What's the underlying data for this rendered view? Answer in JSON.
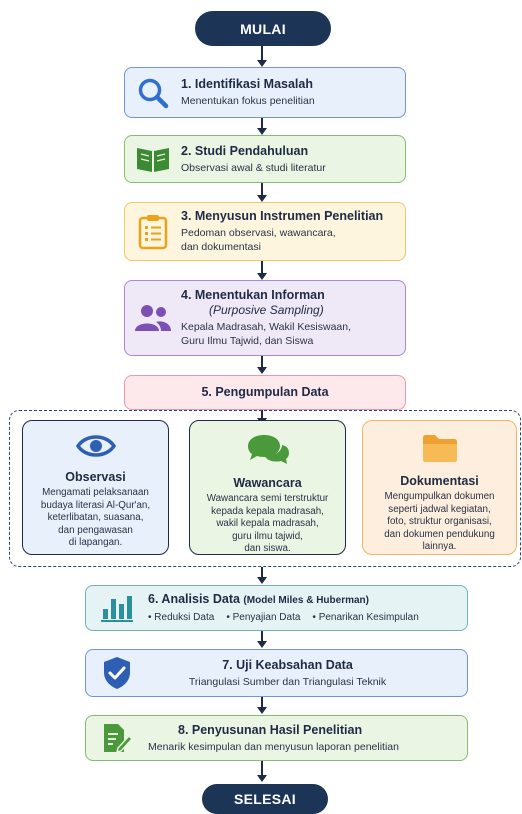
{
  "start": "MULAI",
  "end": "SELESAI",
  "steps": {
    "s1": {
      "title": "1. Identifikasi Masalah",
      "desc": "Menentukan fokus penelitian",
      "icon": "search-icon",
      "color": "#2f6fce"
    },
    "s2": {
      "title": "2. Studi Pendahuluan",
      "desc": "Observasi awal & studi literatur",
      "icon": "book-icon",
      "color": "#3c8a34"
    },
    "s3": {
      "title": "3. Menyusun Instrumen Penelitian",
      "desc": [
        "Pedoman observasi, wawancara,",
        "dan dokumentasi"
      ],
      "icon": "clipboard-list-icon",
      "color": "#e8a21c"
    },
    "s4": {
      "title": "4. Menentukan Informan",
      "subtitle": "(Purposive Sampling)",
      "desc": [
        "Kepala Madrasah, Wakil Kesiswaan,",
        "Guru Ilmu Tajwid, dan Siswa"
      ],
      "icon": "users-icon",
      "color": "#7b4fb3"
    },
    "s5": {
      "title": "5. Pengumpulan Data"
    },
    "s6": {
      "title": "6. Analisis Data",
      "subtitle": "(Model Miles & Huberman)",
      "bullets": [
        "• Reduksi Data",
        "• Penyajian Data",
        "• Penarikan Kesimpulan"
      ],
      "icon": "bar-chart-icon",
      "color": "#2b8f9c"
    },
    "s7": {
      "title": "7. Uji Keabsahan Data",
      "desc": "Triangulasi Sumber dan Triangulasi Teknik",
      "icon": "shield-check-icon",
      "color": "#2f5fb3"
    },
    "s8": {
      "title": "8. Penyusunan Hasil Penelitian",
      "desc": "Menarik kesimpulan dan menyusun laporan penelitian",
      "icon": "document-edit-icon",
      "color": "#4a9a3c"
    }
  },
  "methods": {
    "observasi": {
      "title": "Observasi",
      "desc": [
        "Mengamati pelaksanaan",
        "budaya literasi Al-Qur'an,",
        "keterlibatan, suasana,",
        "dan pengawasan",
        "di lapangan."
      ],
      "icon": "eye-icon",
      "color": "#2f5fb3"
    },
    "wawancara": {
      "title": "Wawancara",
      "desc": [
        "Wawancara semi terstruktur",
        "kepada kepala madrasah,",
        "wakil kepala madrasah,",
        "guru ilmu tajwid,",
        "dan siswa."
      ],
      "icon": "chat-bubbles-icon",
      "color": "#4a9a3c"
    },
    "dokumentasi": {
      "title": "Dokumentasi",
      "desc": [
        "Mengumpulkan dokumen",
        "seperti jadwal kegiatan,",
        "foto, struktur organisasi,",
        "dan dokumen pendukung",
        "lainnya."
      ],
      "icon": "folder-icon",
      "color": "#f0a030"
    }
  }
}
